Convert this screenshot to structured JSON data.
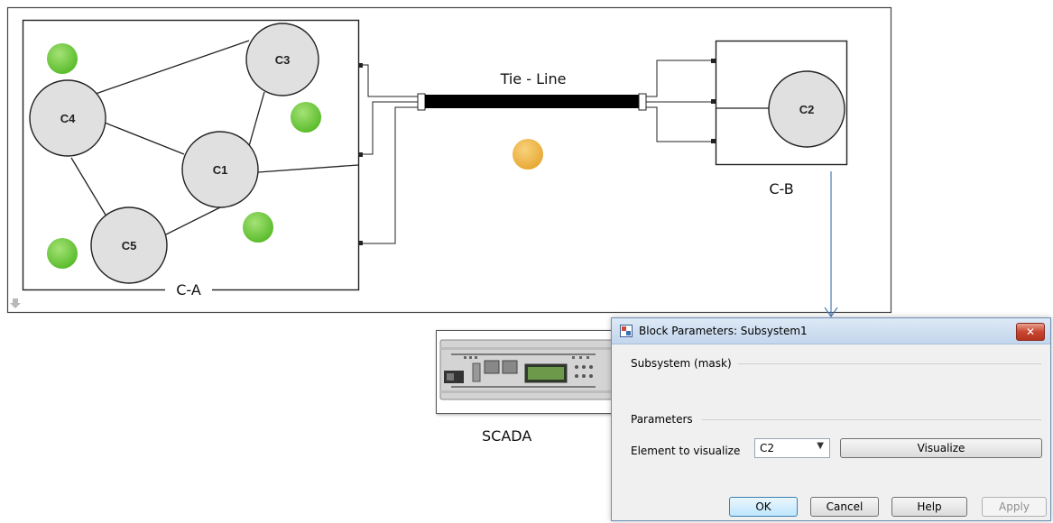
{
  "diagram": {
    "area_a_label": "C-A",
    "area_b_label": "C-B",
    "tie_line_label": "Tie - Line",
    "nodes": [
      "C1",
      "C2",
      "C3",
      "C4",
      "C5"
    ],
    "status_colors": {
      "green": "#6cc83a",
      "amber": "#f0b545",
      "red": "#e8553a"
    }
  },
  "scada": {
    "label": "SCADA"
  },
  "dialog": {
    "title": "Block Parameters: Subsystem1",
    "close_icon": "close-icon",
    "mask_header": "Subsystem (mask)",
    "parameters_header": "Parameters",
    "field_label": "Element to visualize",
    "field_value": "C2",
    "visualize_label": "Visualize",
    "ok_label": "OK",
    "cancel_label": "Cancel",
    "help_label": "Help",
    "apply_label": "Apply"
  }
}
